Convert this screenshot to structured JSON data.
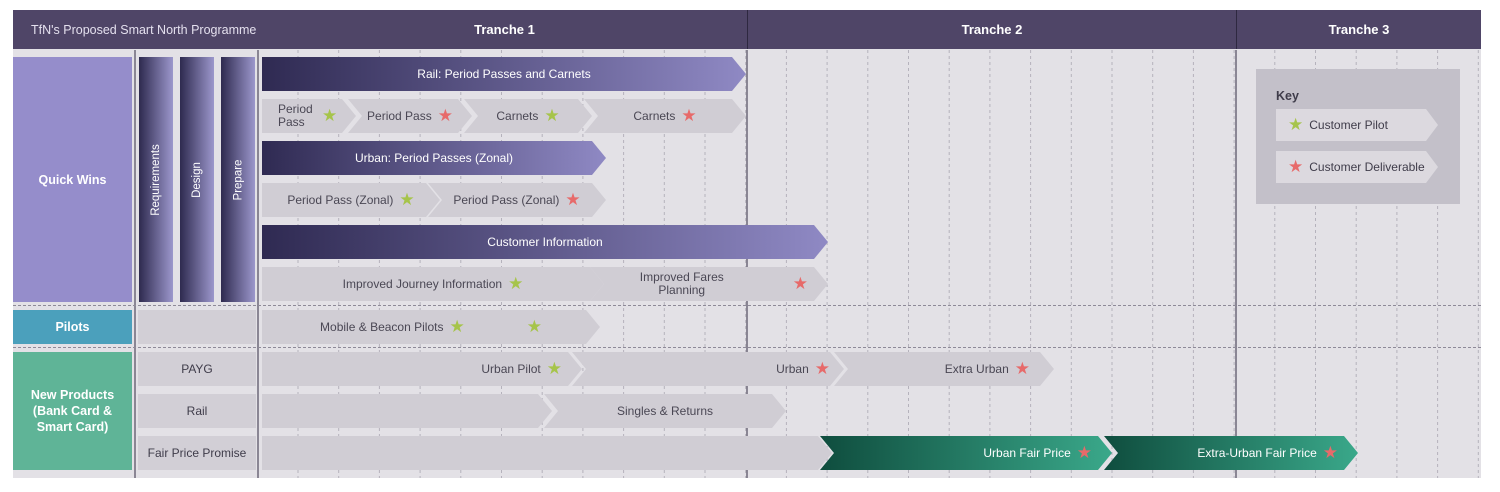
{
  "header": {
    "title": "TfN's Proposed Smart North Programme",
    "tranches": [
      "Tranche 1",
      "Tranche 2",
      "Tranche 3"
    ]
  },
  "rows": {
    "quick_wins": "Quick Wins",
    "pilots": "Pilots",
    "new_products": "New Products (Bank Card & Smart Card)"
  },
  "phases": [
    "Requirements",
    "Design",
    "Prepare"
  ],
  "sublabels": {
    "payg": "PAYG",
    "rail": "Rail",
    "fair_price_promise": "Fair Price Promise"
  },
  "bars": {
    "rail_passes": "Rail: Period Passes and Carnets",
    "period_pass_1": "Period Pass",
    "period_pass_2": "Period Pass",
    "carnets_1": "Carnets",
    "carnets_2": "Carnets",
    "urban_passes": "Urban: Period Passes (Zonal)",
    "period_pass_zonal_1": "Period Pass (Zonal)",
    "period_pass_zonal_2": "Period Pass (Zonal)",
    "customer_information": "Customer Information",
    "improved_journey": "Improved Journey Information",
    "improved_fares": "Improved Fares Planning",
    "mobile_beacon": "Mobile & Beacon Pilots",
    "urban_pilot": "Urban Pilot",
    "urban": "Urban",
    "extra_urban": "Extra Urban",
    "singles_returns": "Singles & Returns",
    "urban_fair_price": "Urban Fair Price",
    "extra_urban_fair_price": "Extra-Urban Fair Price"
  },
  "key": {
    "title": "Key",
    "customer_pilot": "Customer Pilot",
    "customer_deliverable": "Customer Deliverable"
  },
  "colors": {
    "header": "#4f4567",
    "quick_wins": "#958dcb",
    "pilots": "#4ba0bc",
    "new_products": "#5fb497",
    "pilot_star": "#a6c44a",
    "deliverable_star": "#e76a6a",
    "grid_bg": "#e3e1e6"
  },
  "icons": [
    "star-icon"
  ]
}
